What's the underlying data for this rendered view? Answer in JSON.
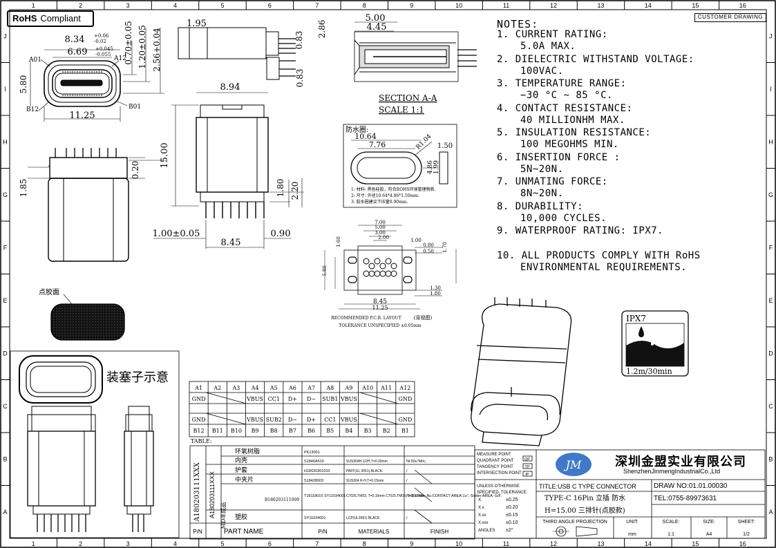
{
  "header": {
    "rohs_label": "RoHS",
    "rohs_status": "Compliant",
    "customer_drawing": "CUSTOMER DRAWING"
  },
  "grid": {
    "columns": [
      "1",
      "2",
      "3",
      "4",
      "5",
      "6",
      "7",
      "8",
      "9",
      "10",
      "11",
      "12",
      "13",
      "14",
      "15",
      "16"
    ],
    "rows": [
      "J",
      "I",
      "H",
      "G",
      "F",
      "E",
      "D",
      "C",
      "B",
      "A"
    ]
  },
  "notes": {
    "title": "NOTES:",
    "items": [
      {
        "title": "1. CURRENT RATING:",
        "value": "5.0A MAX."
      },
      {
        "title": "2. DIELECTRIC WITHSTAND VOLTAGE:",
        "value": "100VAC."
      },
      {
        "title": "3. TEMPERATURE RANGE:",
        "value": "−30 °C ~ 85 °C."
      },
      {
        "title": "4. CONTACT RESISTANCE:",
        "value": "40 MILLIONHM MAX."
      },
      {
        "title": "5. INSULATION RESISTANCE:",
        "value": "100 MEGOHMS MIN."
      },
      {
        "title": "6. INSERTION FORCE :",
        "value": "5N~20N."
      },
      {
        "title": "7. UNMATING FORCE:",
        "value": "8N~20N."
      },
      {
        "title": "8. DURABILITY:",
        "value": "10,000 CYCLES."
      },
      {
        "title": "9. WATERPROOF RATING: IPX7.",
        "value": ""
      },
      {
        "title": "10. ALL PRODUCTS COMPLY WITH RoHS",
        "value": "ENVIRONMENTAL REQUIREMENTS."
      }
    ]
  },
  "front_view": {
    "dims": [
      "8.34",
      "+0.06",
      "-0.02",
      "6.69",
      "+0.045",
      "-0.055",
      "0.70±0.05",
      "1.20±0.05",
      "2.56+0.04",
      "5.80",
      "11.25"
    ],
    "pin_labels": [
      "A01",
      "A12",
      "B12",
      "B01"
    ]
  },
  "side_views": {
    "dims": [
      "1.95",
      "0.83",
      "2.86",
      "0.83",
      "8.94",
      "15.00",
      "1.85",
      "0.20",
      "1.80",
      "2.20",
      "1.00±0.05",
      "8.45",
      "0.90"
    ]
  },
  "section": {
    "dims": [
      "5.00",
      "4.45"
    ],
    "title": "SECTION A-A",
    "scale": "SCALE 1:1"
  },
  "waterproof_ring": {
    "label": "防水圈:",
    "dims": [
      "10.64",
      "7.76",
      "R1.04",
      "1.50",
      "4.86",
      "1.99"
    ],
    "notes": [
      "1: 材料: 黑色硅胶，符合ROHS环境管理物质.",
      "2: 尺寸: 外径10.64*4.86*1.50mm.",
      "3: 胶水圈建议下压量0.90mm."
    ]
  },
  "pcb_layout": {
    "dims": [
      "7.00",
      "5.00",
      "3.00",
      "2.00",
      "1.60",
      "1.00",
      "0.80",
      "0.50",
      "1.70",
      "5.80",
      "1.30",
      "1.80",
      "8.45",
      "11.25"
    ],
    "caption": "RECOMMENDED P.C.B. LAYOUT",
    "caption_cn": "(背视图)",
    "tolerance": "TOLERANCE UNSPECIFIED ±0.05mm"
  },
  "glue_face": {
    "label": "点胶面"
  },
  "plug_illustration": {
    "title": "装塞子示意"
  },
  "ipx7": {
    "label": "IPX7",
    "caption": "1.2m/30min"
  },
  "pin_table": {
    "label": "TABLE:",
    "rows": [
      [
        "A1",
        "A2",
        "A3",
        "A4",
        "A5",
        "A6",
        "A7",
        "A8",
        "A9",
        "A10",
        "A11",
        "A12"
      ],
      [
        "GND",
        "",
        "",
        "VBUS",
        "CC1",
        "D+",
        "D−",
        "SUB1",
        "VBUS",
        "",
        "",
        "GND"
      ],
      [
        "",
        "",
        "",
        "",
        "",
        "",
        "",
        "",
        "",
        "",
        "",
        ""
      ],
      [
        "GND",
        "",
        "",
        "VBUS",
        "SUB2",
        "D−",
        "D+",
        "CC1",
        "VBUS",
        "",
        "",
        "GND"
      ],
      [
        "B12",
        "B11",
        "B10",
        "B9",
        "B8",
        "B7",
        "B6",
        "B5",
        "B4",
        "B3",
        "B2",
        "B1"
      ]
    ]
  },
  "bom": {
    "assembly_code": "A180203111XXX",
    "sub_assembly": "A180203111XXX",
    "sub_label": "MD半成品",
    "sub_code": "B180203111009",
    "rows": [
      {
        "part": "环氧树脂",
        "pn": "PK13001",
        "material": "",
        "finish": ""
      },
      {
        "part": "内壳",
        "pn": "S1846A510",
        "material": "SUS304H-1/2H,T=0.30mm",
        "finish": "Ni:50u\"Min;"
      },
      {
        "part": "护套",
        "pn": "H18020301010",
        "material": "PA9T(UL 3051),BLACK.",
        "finish": "/"
      },
      {
        "part": "中夹片",
        "pn": "S18428003",
        "material": "SUS304 R-H,T=0.15mm",
        "finish": "/"
      },
      {
        "part": "",
        "pn": "T18118015 SY11034001",
        "material": "C7025,TM03, T=0.15mm C7025,TM03, T=0.15mm",
        "finish": "Ni:30u\"Min; Au:CONTACT AREA:1u\", Solder AREA: G/F."
      },
      {
        "part": "塑胶",
        "pn": "SY11034001",
        "material": "LCP(UL3051) BLACK.",
        "finish": "/"
      }
    ],
    "header": {
      "pn": "P/N",
      "part": "PART NAME",
      "pn2": "P/N",
      "material": "MATERIALS",
      "finish": "FINISH"
    }
  },
  "measure_points": {
    "labels": [
      "MEASURE POINT",
      "QUADRANT POINT",
      "TANGENCY POINT",
      "INTERSECTION POINT"
    ],
    "badges": [
      "QP",
      "TP",
      "IP"
    ]
  },
  "tolerance": {
    "header": [
      "UNLESS OTHERWISE",
      "SPECIFIED, TOLERANCE:"
    ],
    "rows": [
      [
        "X.",
        "±0.25"
      ],
      [
        "X.x",
        "±0.20"
      ],
      [
        "X.xx",
        "±0.15"
      ],
      [
        "X.xxx",
        "±0.10"
      ],
      [
        "ANGLES",
        "±2°"
      ]
    ]
  },
  "company": {
    "name_cn": "深圳金盟实业有限公司",
    "name_en": "ShenzhenJinmengIndustrialCo.,Ltd"
  },
  "title_block": {
    "title": "TITLE:USB C TYPE CONNECTOR",
    "desc1": "TYPE-C 16Pin 立插 防水",
    "desc2": "H=15.00 三排针(点胶款)",
    "draw_no": "DRAW NO:01.01.00030",
    "tel": "TEL:0755-89973631",
    "projection": "THIRD ANGLE PROJECTION",
    "unit_label": "UNIT:",
    "unit": "mm",
    "scale_label": "SCALE:",
    "scale": "1:1",
    "size_label": "SIZE:",
    "size": "A4",
    "sheet_label": "SHEET:",
    "sheet": "1/2"
  }
}
